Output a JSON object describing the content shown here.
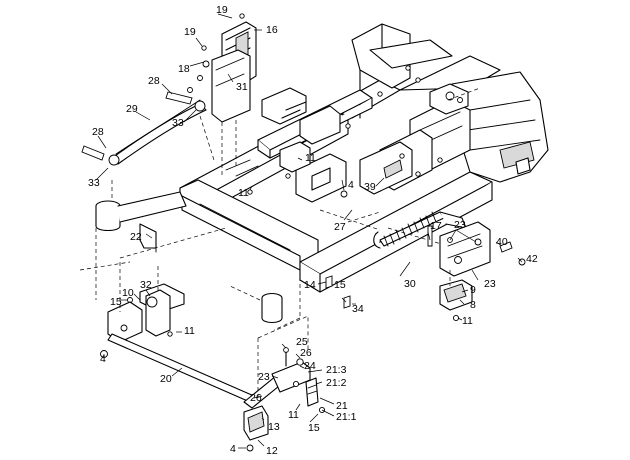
{
  "callouts": {
    "c19a": "19",
    "c16": "16",
    "c19b": "19",
    "c18": "18",
    "c31": "31",
    "c28a": "28",
    "c29": "29",
    "c33a": "33",
    "c28b": "28",
    "c33b": "33",
    "c11a": "11",
    "c4a": "4",
    "c11b": "11",
    "c39": "39",
    "c27": "27",
    "c22": "22",
    "c17": "17",
    "c23a": "23",
    "c40": "40",
    "c42": "42",
    "c14": "14",
    "c15a": "15",
    "c30": "30",
    "c23b": "23",
    "c9": "9",
    "c8": "8",
    "c34": "34",
    "c11c": "11",
    "c10": "10",
    "c32": "32",
    "c15b": "15",
    "c11d": "11",
    "c4b": "4",
    "c25": "25",
    "c26a": "26",
    "c24": "24",
    "c21_3": "21:3",
    "c23c": "23",
    "c21_2": "21:2",
    "c20": "20",
    "c26b": "26",
    "c21": "21",
    "c11e": "11",
    "c21_1": "21:1",
    "c13": "13",
    "c15c": "15",
    "c4c": "4",
    "c12": "12"
  }
}
